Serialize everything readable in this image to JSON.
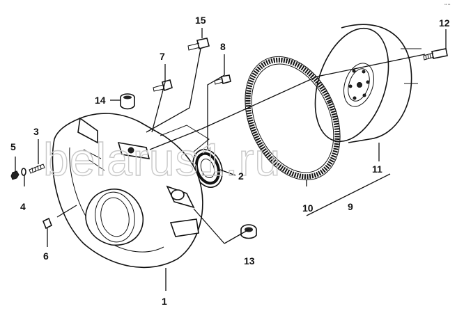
{
  "watermark": "belarus1.ru",
  "corner_mark": "•• ••",
  "callouts": [
    {
      "id": "c1",
      "label": "1"
    },
    {
      "id": "c2",
      "label": "2"
    },
    {
      "id": "c3",
      "label": "3"
    },
    {
      "id": "c4",
      "label": "4"
    },
    {
      "id": "c5",
      "label": "5"
    },
    {
      "id": "c6",
      "label": "6"
    },
    {
      "id": "c7",
      "label": "7"
    },
    {
      "id": "c8",
      "label": "8"
    },
    {
      "id": "c9",
      "label": "9"
    },
    {
      "id": "c10",
      "label": "10"
    },
    {
      "id": "c11",
      "label": "11"
    },
    {
      "id": "c12",
      "label": "12"
    },
    {
      "id": "c13",
      "label": "13"
    },
    {
      "id": "c14",
      "label": "14"
    },
    {
      "id": "c15",
      "label": "15"
    }
  ]
}
